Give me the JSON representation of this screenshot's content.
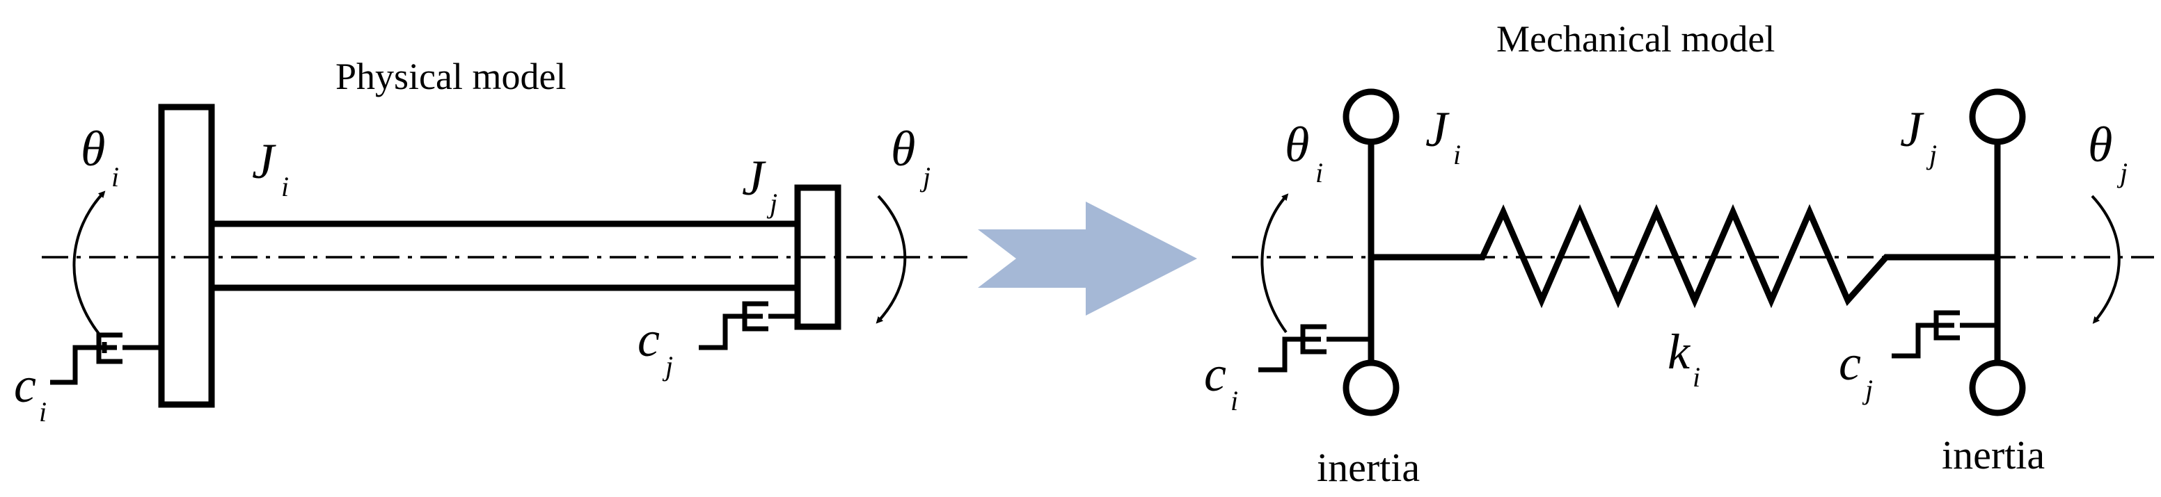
{
  "physical": {
    "title": "Physical model",
    "theta_i": {
      "sym": "θ",
      "sub": "i"
    },
    "theta_j": {
      "sym": "θ",
      "sub": "j"
    },
    "J_i": {
      "sym": "J",
      "sub": "i"
    },
    "J_j": {
      "sym": "J",
      "sub": "j"
    },
    "c_i": {
      "sym": "c",
      "sub": "i"
    },
    "c_j": {
      "sym": "c",
      "sub": "j"
    }
  },
  "mechanical": {
    "title": "Mechanical model",
    "theta_i": {
      "sym": "θ",
      "sub": "i"
    },
    "theta_j": {
      "sym": "θ",
      "sub": "j"
    },
    "J_i": {
      "sym": "J",
      "sub": "i"
    },
    "J_j": {
      "sym": "J",
      "sub": "j"
    },
    "c_i": {
      "sym": "c",
      "sub": "i"
    },
    "c_j": {
      "sym": "c",
      "sub": "j"
    },
    "k_i": {
      "sym": "k",
      "sub": "i"
    },
    "inertia_left": "inertia",
    "inertia_right": "inertia"
  },
  "colors": {
    "arrow": "#a5b8d6",
    "line": "#000000"
  }
}
